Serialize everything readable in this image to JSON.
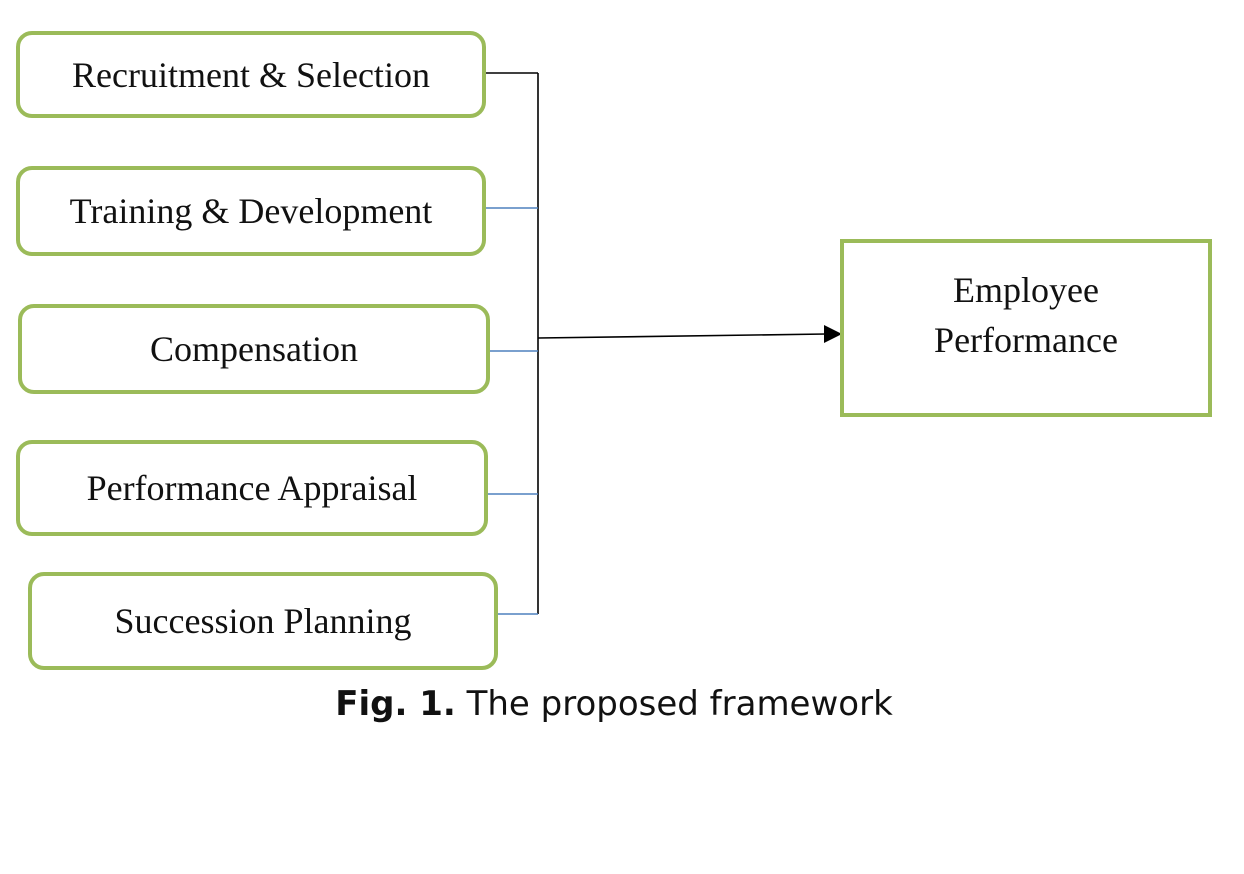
{
  "diagram": {
    "inputs": [
      {
        "label": "Recruitment & Selection"
      },
      {
        "label": "Training & Development"
      },
      {
        "label": "Compensation"
      },
      {
        "label": "Performance Appraisal"
      },
      {
        "label": "Succession Planning"
      }
    ],
    "outcome": {
      "line1": "Employee",
      "line2": "Performance"
    },
    "colors": {
      "box_border": "#9bbb59",
      "connector_main": "#000000",
      "connector_branch": "#4f81bd"
    }
  },
  "caption": {
    "prefix": "Fig. 1.",
    "text": "The proposed framework"
  }
}
